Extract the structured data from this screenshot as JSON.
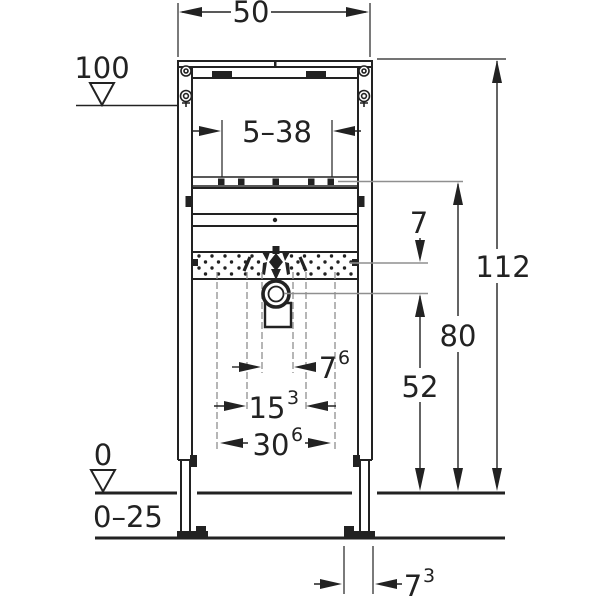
{
  "colors": {
    "ink": "#222222",
    "leader": "#8f8f8f",
    "background": "#ffffff"
  },
  "dimensions": {
    "frame_width": {
      "label": "50"
    },
    "upper_level": {
      "label": "100"
    },
    "adjustable_range": {
      "label": "5–38"
    },
    "plate_offset": {
      "label": "7"
    },
    "total_height": {
      "label": "112"
    },
    "rail_height": {
      "label": "80"
    },
    "drain_height": {
      "label": "52"
    },
    "connection_spacing": {
      "base": "7",
      "sup": "6"
    },
    "fastening_spacing": {
      "base": "15",
      "sup": "3"
    },
    "outer_spacing": {
      "base": "30",
      "sup": "6"
    },
    "floor_level": {
      "label": "0"
    },
    "floor_adjust_range": {
      "label": "0–25"
    },
    "foot_width": {
      "base": "7",
      "sup": "3"
    }
  }
}
